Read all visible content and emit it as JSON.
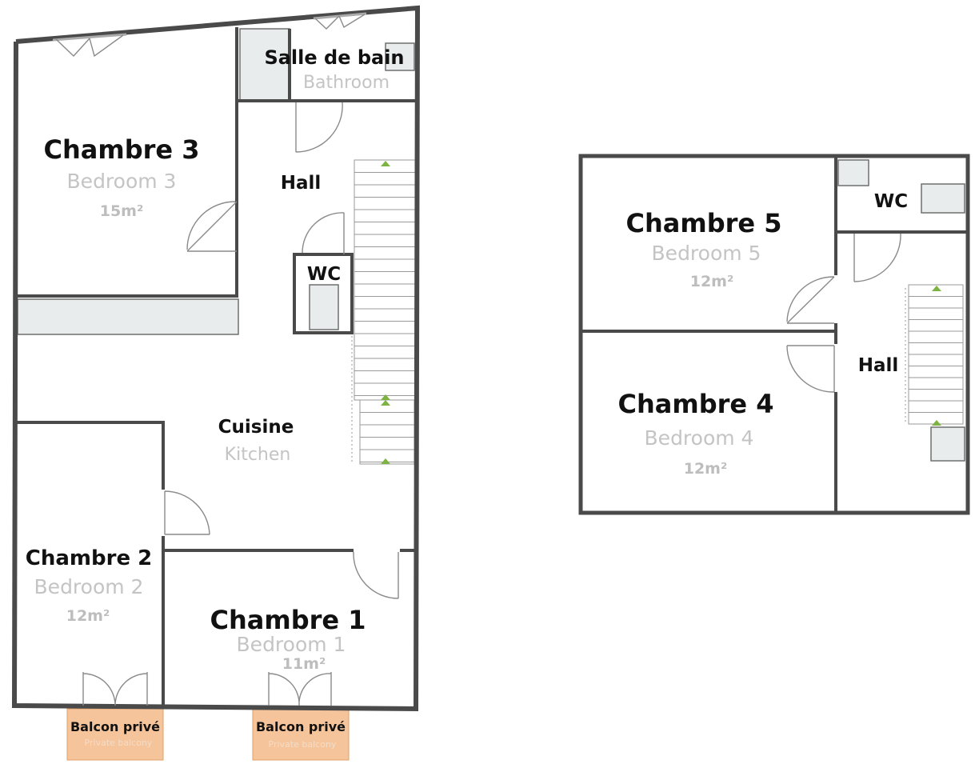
{
  "colors": {
    "wall": "#4a4a4a",
    "fixture": "#e8ecec",
    "balcony": "#f6c49a",
    "secondary_text": "#c4c4c4",
    "stair_arrow": "#7cb342"
  },
  "ground_floor": {
    "bathroom": {
      "fr": "Salle de bain",
      "en": "Bathroom"
    },
    "bedroom3": {
      "fr": "Chambre 3",
      "en": "Bedroom 3",
      "area": "15m²"
    },
    "hall": {
      "fr": "Hall"
    },
    "wc": {
      "fr": "WC"
    },
    "kitchen": {
      "fr": "Cuisine",
      "en": "Kitchen"
    },
    "bedroom2": {
      "fr": "Chambre 2",
      "en": "Bedroom 2",
      "area": "12m²"
    },
    "bedroom1": {
      "fr": "Chambre 1",
      "en": "Bedroom 1",
      "area": "11m²"
    },
    "balcony_left": {
      "fr": "Balcon privé",
      "en": "Private balcony"
    },
    "balcony_right": {
      "fr": "Balcon privé",
      "en": "Private balcony"
    }
  },
  "upper_floor": {
    "bedroom5": {
      "fr": "Chambre 5",
      "en": "Bedroom 5",
      "area": "12m²"
    },
    "bedroom4": {
      "fr": "Chambre 4",
      "en": "Bedroom 4",
      "area": "12m²"
    },
    "wc": {
      "fr": "WC"
    },
    "hall": {
      "fr": "Hall"
    }
  }
}
